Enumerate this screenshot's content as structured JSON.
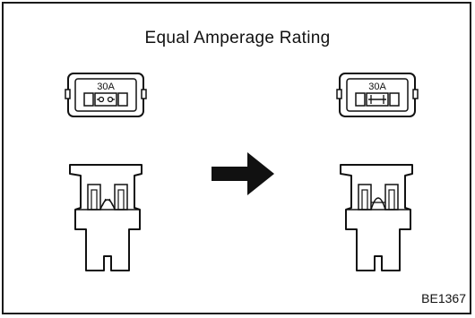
{
  "diagram": {
    "title": "Equal Amperage Rating",
    "figure_code": "BE1367",
    "fuse_left": {
      "rating_label": "30A",
      "state": "blown"
    },
    "fuse_right": {
      "rating_label": "30A",
      "state": "intact"
    },
    "arrow_direction": "right"
  }
}
